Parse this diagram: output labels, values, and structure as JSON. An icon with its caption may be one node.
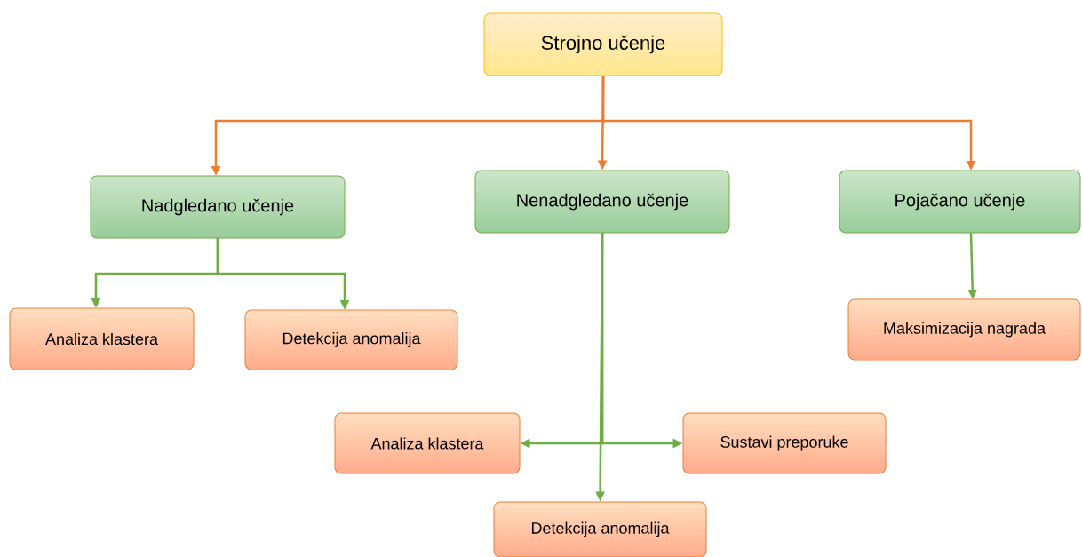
{
  "diagram": {
    "nodes": [
      {
        "text": [
          "Strojno učenje"
        ]
      },
      {
        "text": [
          "Nadgledano učenje"
        ]
      },
      {
        "text": [
          "Nenadgledano učenje"
        ]
      },
      {
        "text": [
          "Pojačano učenje"
        ]
      },
      {
        "text": [
          "Analiza klastera"
        ]
      },
      {
        "text": [
          "Detekcija anomalija"
        ]
      },
      {
        "text": [
          "Maksimizacija nagrada"
        ]
      },
      {
        "text": [
          "Analiza klastera"
        ]
      },
      {
        "text": [
          "Sustavi preporuke"
        ]
      },
      {
        "text": [
          "Detekcija anomalija"
        ]
      }
    ],
    "edges": [
      {
        "from": 0,
        "to": 1,
        "arrow": "to",
        "color": "#ed7d31"
      },
      {
        "from": 0,
        "to": 2,
        "arrow": "to",
        "color": "#ed7d31"
      },
      {
        "from": 0,
        "to": 3,
        "arrow": "to",
        "color": "#ed7d31"
      },
      {
        "from": 1,
        "to": 4,
        "arrow": "to"
      },
      {
        "from": 1,
        "to": 5,
        "arrow": "to"
      },
      {
        "from": 3,
        "to": 6,
        "arrow": "to"
      },
      {
        "from": 2,
        "to": 7,
        "arrow": "to"
      },
      {
        "from": 2,
        "to": 8,
        "arrow": "to"
      },
      {
        "from": 2,
        "to": 9,
        "arrow": "to"
      }
    ]
  }
}
